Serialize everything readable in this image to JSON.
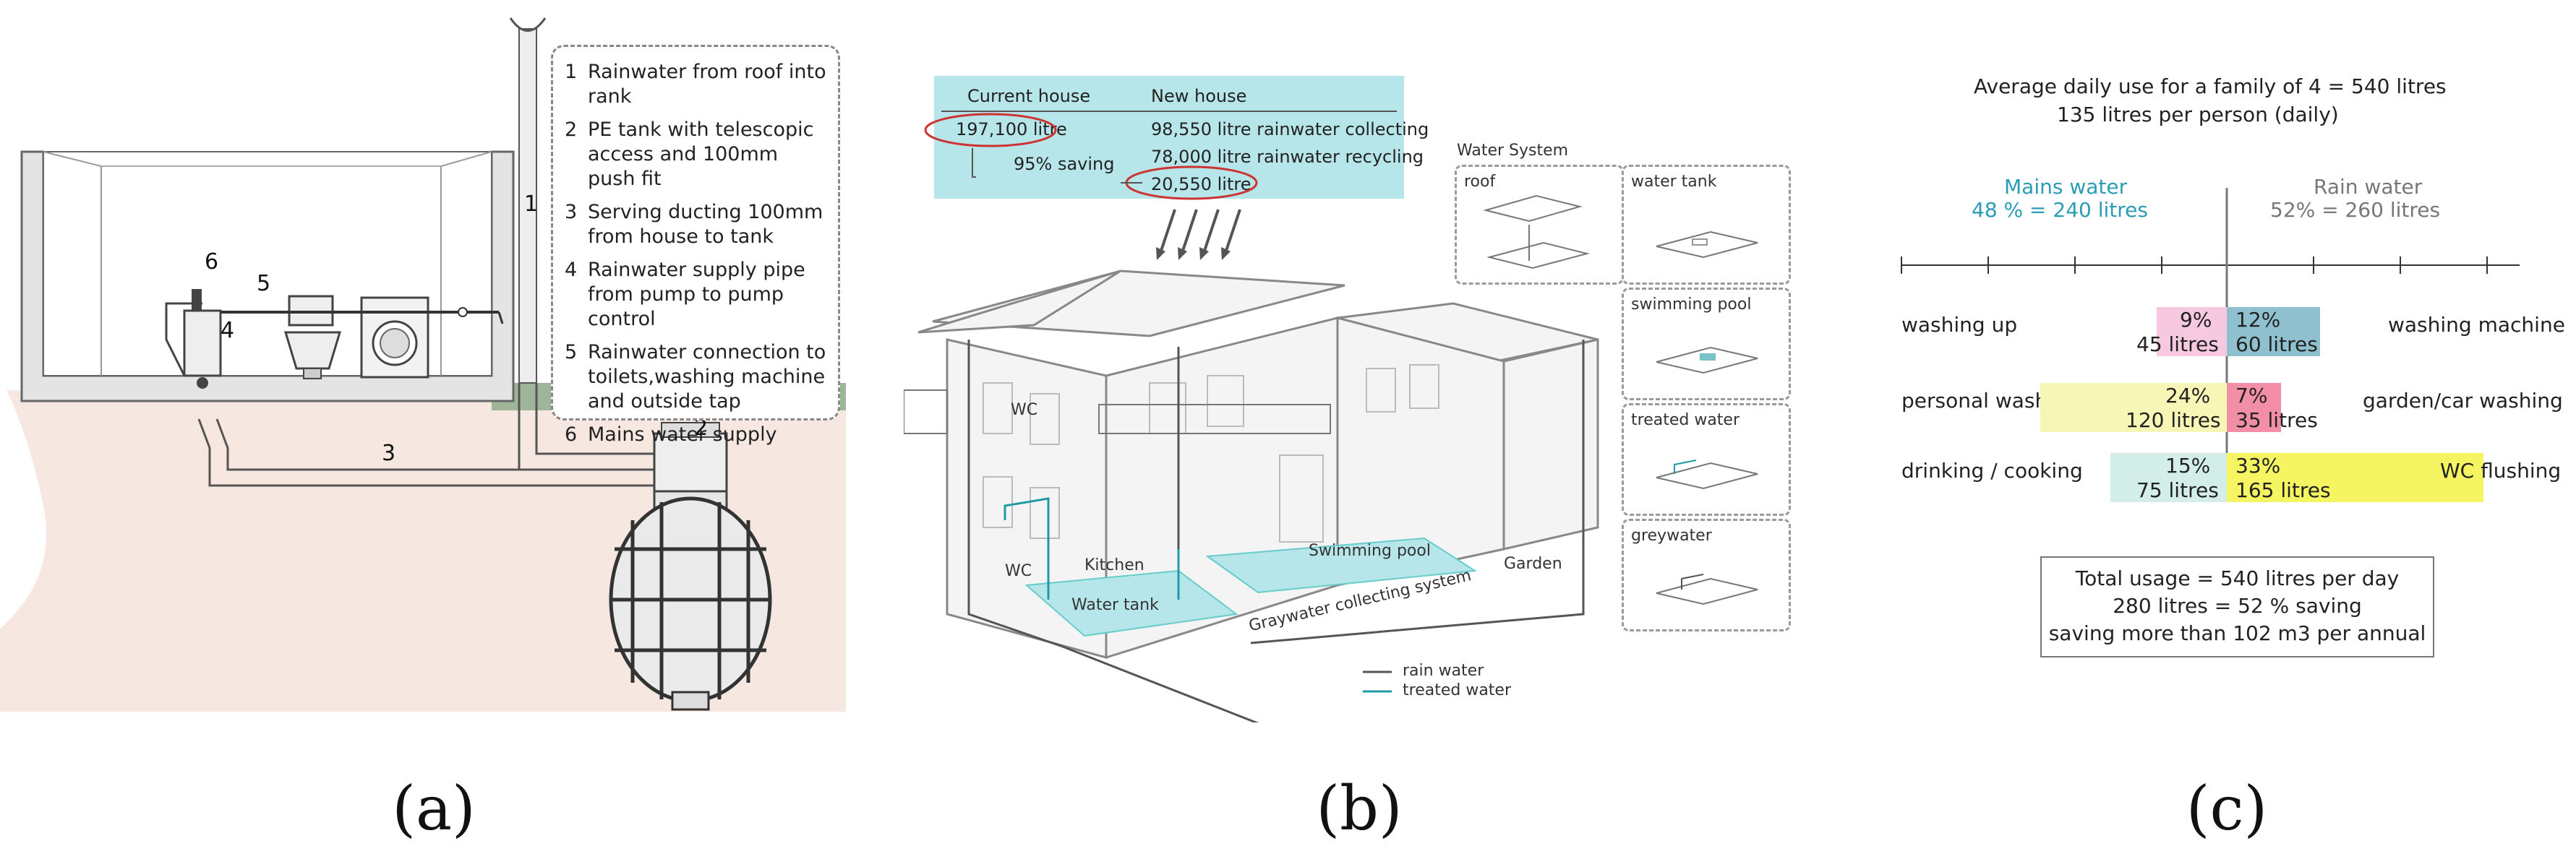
{
  "sub_labels": [
    "(a)",
    "(b)",
    "(c)"
  ],
  "panel_a": {
    "legend": [
      {
        "num": "1",
        "text": "Rainwater from roof into rank"
      },
      {
        "num": "2",
        "text": "PE tank with telescopic access and 100mm push fit"
      },
      {
        "num": "3",
        "text": "Serving ducting 100mm from house to tank"
      },
      {
        "num": "4",
        "text": "Rainwater supply pipe from pump to pump control"
      },
      {
        "num": "5",
        "text": "Rainwater connection to toilets,washing machine and outside tap"
      },
      {
        "num": "6",
        "text": "Mains water supply"
      }
    ],
    "callouts": [
      "1",
      "2",
      "3",
      "4",
      "5",
      "6"
    ]
  },
  "panel_b": {
    "summary": {
      "col_current": "Current house",
      "col_new": "New house",
      "current_value": "197,100 litre",
      "saving": "95% saving",
      "rows": [
        "98,550 litre rainwater collecting",
        "78,000 litre rainwater recycling",
        "20,550 litre"
      ]
    },
    "house_labels": {
      "wc_upper": "WC",
      "wc_lower": "WC",
      "kitchen": "Kitchen",
      "water_tank": "Water tank",
      "swimming_pool": "Swimming pool",
      "garden": "Garden",
      "greywater_system": "Graywater collecting system"
    },
    "legend": {
      "rain": "rain water",
      "treated": "treated water"
    },
    "water_system_title": "Water System",
    "cards": [
      "roof",
      "water tank",
      "swimming pool",
      "treated water",
      "greywater"
    ],
    "colors": {
      "cyan": "#b7e6ea",
      "teal": "#1f9aa6",
      "red": "#cc3333"
    }
  },
  "panel_c": {
    "title_line1": "Average daily use for a family of 4 = 540 litres",
    "title_line2": "135 litres per person (daily)",
    "mains_header": {
      "line1": "Mains water",
      "line2": "48 % = 240 litres",
      "color": "#2a9db5"
    },
    "rain_header": {
      "line1": "Rain water",
      "line2": "52% = 260 litres",
      "color": "#777777"
    },
    "rows": [
      {
        "left_label": "washing up",
        "left_pct": "9%",
        "left_litres": "45 litres",
        "left_value": 45,
        "left_color": "#f6c9e0",
        "right_pct": "12%",
        "right_litres": "60 litres",
        "right_value": 60,
        "right_color": "#8fc0cf",
        "right_label": "washing machine"
      },
      {
        "left_label": "personal washing",
        "left_pct": "24%",
        "left_litres": "120 litres",
        "left_value": 120,
        "left_color": "#f7f6b7",
        "right_pct": "7%",
        "right_litres": "35 litres",
        "right_value": 35,
        "right_color": "#f28ea5",
        "right_label": "garden/car washing"
      },
      {
        "left_label": "drinking / cooking",
        "left_pct": "15%",
        "left_litres": "75 litres",
        "left_value": 75,
        "left_color": "#d3ede9",
        "right_pct": "33%",
        "right_litres": "165 litres",
        "right_value": 165,
        "right_color": "#f5f562",
        "right_label": "WC flushing"
      }
    ],
    "total": [
      "Total usage = 540 litres per day",
      "280 litres = 52 % saving",
      "saving more than 102 m3 per annual"
    ]
  }
}
